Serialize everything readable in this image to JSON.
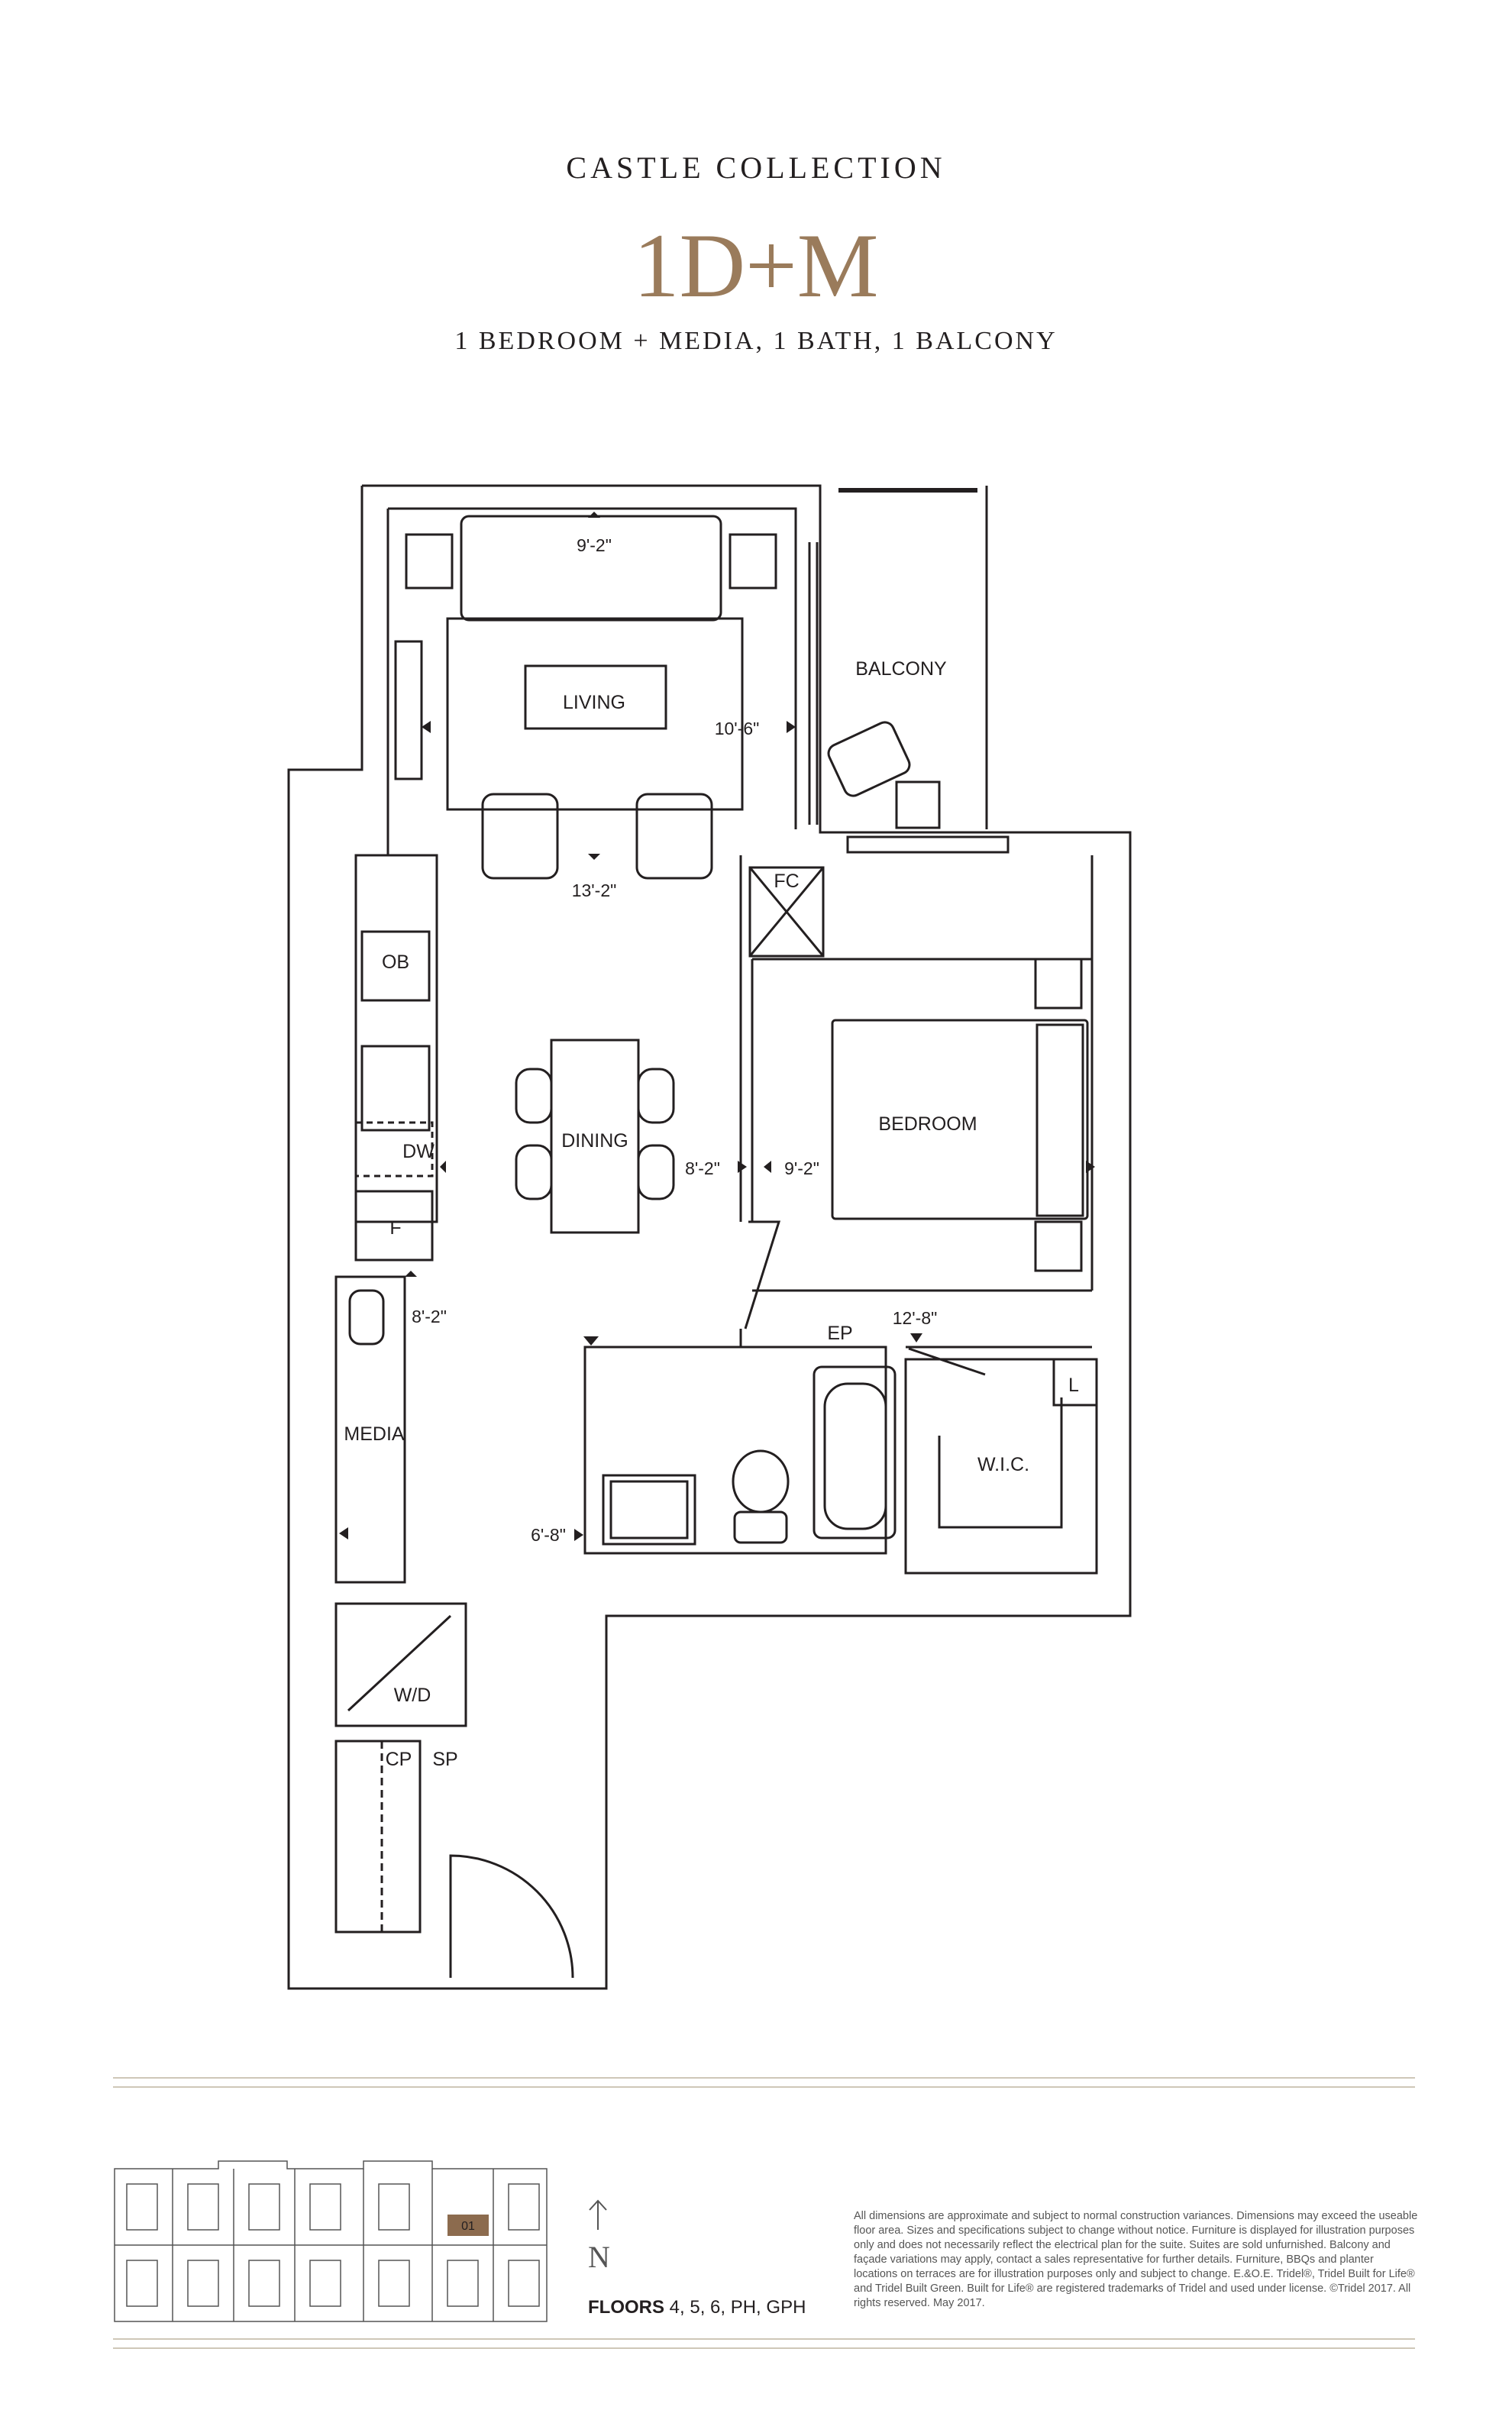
{
  "header": {
    "collection": "CASTLE COLLECTION",
    "model": "1D+M",
    "description": "1 BEDROOM + MEDIA, 1 BATH, 1 BALCONY"
  },
  "colors": {
    "accent": "#9a7b5b",
    "wall": "#231f20",
    "rule": "#cfc7b8"
  },
  "rooms": {
    "living": "LIVING",
    "balcony": "BALCONY",
    "fc": "FC",
    "ob": "OB",
    "dining": "DINING",
    "bedroom": "BEDROOM",
    "dw": "DW",
    "f": "F",
    "ep": "EP",
    "media": "MEDIA",
    "wic": "W.I.C.",
    "l": "L",
    "wd": "W/D",
    "cp": "CP",
    "sp": "SP"
  },
  "dimensions": {
    "living_width": "9'-2\"",
    "living_length": "10'-6\"",
    "dining_length": "13'-2\"",
    "dining_width": "8'-2\"",
    "bedroom_width": "9'-2\"",
    "bedroom_length": "12'-8\"",
    "media_width": "8'-2\"",
    "bath_width": "6'-8\""
  },
  "keyplan": {
    "unit_label": "01",
    "north": "N",
    "floors_label": "FLOORS",
    "floors_values": " 4, 5, 6, PH, GPH"
  },
  "disclaimer": "All dimensions are approximate and subject to normal construction variances. Dimensions may exceed the useable floor area. Sizes and specifications subject to change without notice. Furniture is displayed for illustration purposes only and does not necessarily reflect the electrical plan for the suite. Suites are sold unfurnished. Balcony and façade variations may apply, contact a sales representative for further details. Furniture, BBQs and planter locations on terraces are for illustration purposes only and subject to change. E.&O.E. Tridel®, Tridel Built for Life® and Tridel Built Green. Built for Life® are registered trademarks of Tridel and used under license. ©Tridel 2017. All rights reserved. May 2017."
}
